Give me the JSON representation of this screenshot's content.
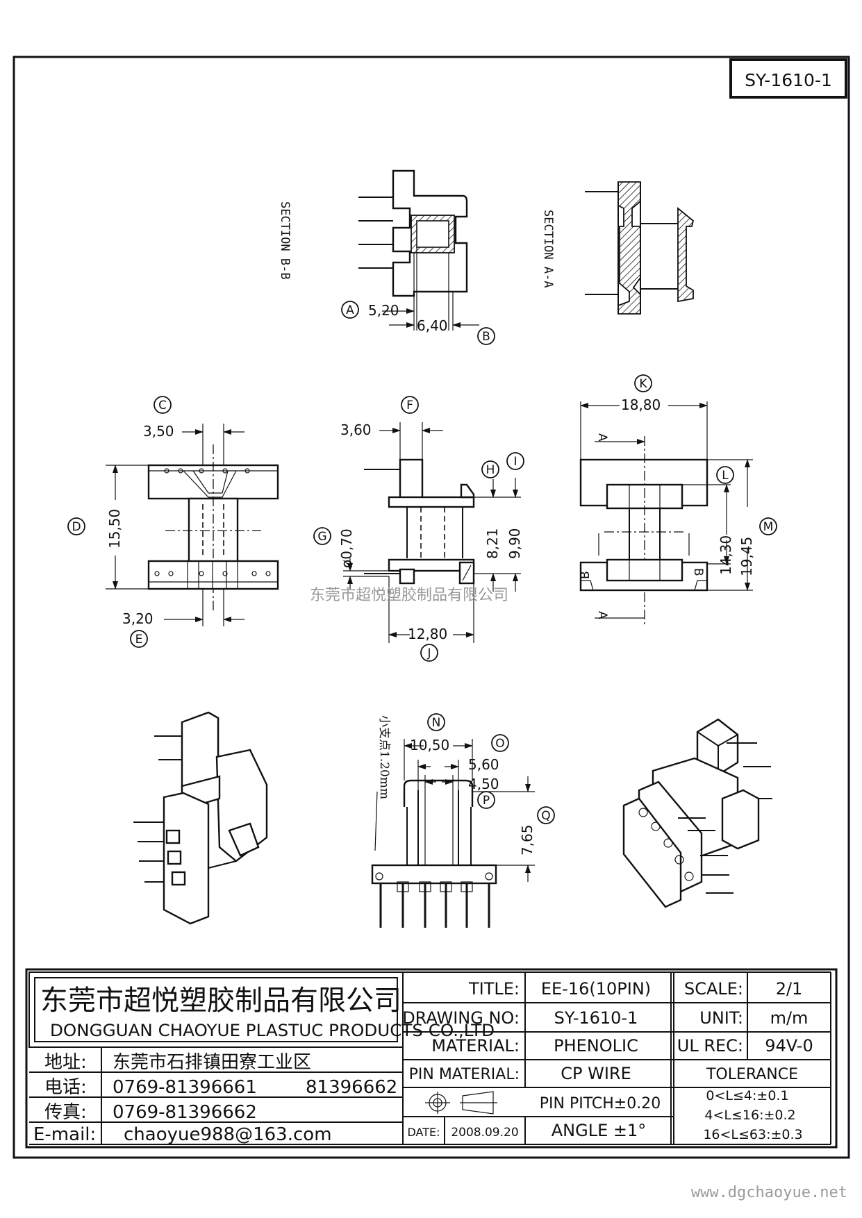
{
  "drawing": {
    "code_box": "SY-1610-1",
    "watermark": "东莞市超悦塑胶制品有限公司",
    "website": "www.dgchaoyue.net",
    "sections": {
      "bb": "SECTION B-B",
      "aa": "SECTION A-A"
    },
    "section_marks": {
      "a": "A",
      "b": "B"
    },
    "callouts": [
      "A",
      "B",
      "C",
      "D",
      "E",
      "F",
      "G",
      "H",
      "I",
      "J",
      "K",
      "L",
      "M",
      "N",
      "O",
      "P",
      "Q"
    ],
    "dims": {
      "a": "5,20",
      "b": "6,40",
      "c": "3,50",
      "d": "15,50",
      "e": "3,20",
      "f": "3,60",
      "g": "ø0,70",
      "h": "8,21",
      "i": "9,90",
      "j": "12,80",
      "k": "18,80",
      "l": "14,30",
      "m": "19,45",
      "n": "10,50",
      "o": "5,60",
      "p": "4,50",
      "q": "7,65"
    },
    "support_note": "小支点1.20mm"
  },
  "title_block": {
    "company_cn": "东莞市超悦塑胶制品有限公司",
    "company_en": "DONGGUAN CHAOYUE PLASTUC PRODUCTS CO.,LTD",
    "address_label": "地址:",
    "address": "东莞市石排镇田寮工业区",
    "tel_label": "电话:",
    "tel1": "0769-81396661",
    "tel2": "81396662",
    "fax_label": "传真:",
    "fax": "0769-81396662",
    "email_label": "E-mail:",
    "email": "chaoyue988@163.com",
    "title_label": "TITLE:",
    "title": "EE-16(10PIN)",
    "drawing_no_label": "DRAWING NO:",
    "drawing_no": "SY-1610-1",
    "material_label": "MATERIAL:",
    "material": "PHENOLIC",
    "pin_material_label": "PIN MATERIAL:",
    "pin_material": "CP WIRE",
    "pin_pitch": "PIN PITCH±0.20",
    "angle": "ANGLE ±1°",
    "date_label": "DATE:",
    "date": "2008.09.20",
    "scale_label": "SCALE:",
    "scale": "2/1",
    "unit_label": "UNIT:",
    "unit": "m/m",
    "ul_label": "UL REC:",
    "ul": "94V-0",
    "tolerance_label": "TOLERANCE",
    "tolerances": [
      "0<L≤4:±0.1",
      "4<L≤16:±0.2",
      "16<L≤63:±0.3"
    ]
  }
}
